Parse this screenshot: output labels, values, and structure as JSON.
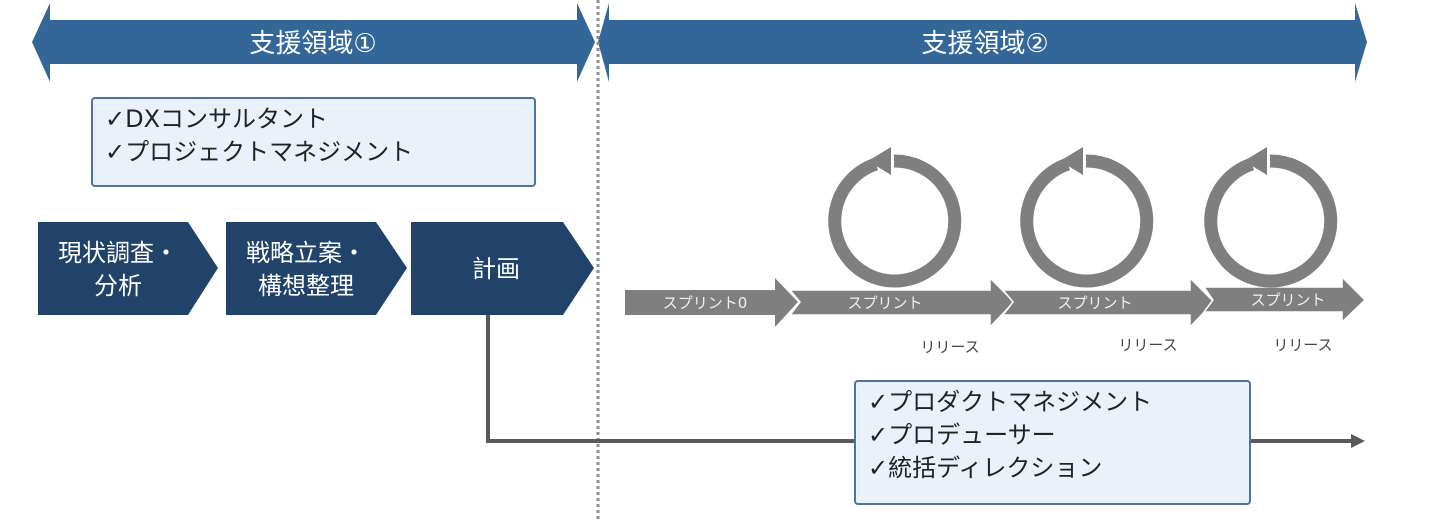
{
  "colors": {
    "banner": "#336699",
    "chevron": "#21436a",
    "sprint": "#7f7f7f",
    "cycle": "#7f7f7f",
    "divider": "#8c8c8c",
    "connector": "#595959",
    "box_fill": "#eaf1fa",
    "box_border": "#4a74a6"
  },
  "banners": [
    {
      "label": "支援領域①"
    },
    {
      "label": "支援領域②"
    }
  ],
  "area1_roles": {
    "items": [
      "✓DXコンサルタント",
      "✓プロジェクトマネジメント"
    ]
  },
  "phases": [
    {
      "line1": "現状調査・",
      "line2": "分析"
    },
    {
      "line1": "戦略立案・",
      "line2": "構想整理"
    },
    {
      "line1": "計画",
      "line2": ""
    }
  ],
  "sprints": [
    {
      "label": "スプリント0",
      "cycle": false,
      "release": ""
    },
    {
      "label": "スプリント",
      "cycle": true,
      "release": "リリース"
    },
    {
      "label": "スプリント",
      "cycle": true,
      "release": "リリース"
    },
    {
      "label": "スプリント",
      "cycle": true,
      "release": "リリース"
    }
  ],
  "area2_roles": {
    "items": [
      "✓プロダクトマネジメント",
      "✓プロデューサー",
      "✓統括ディレクション"
    ]
  }
}
